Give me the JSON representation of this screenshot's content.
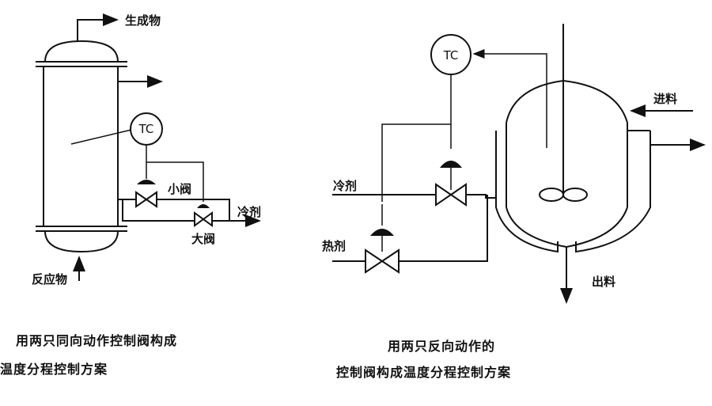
{
  "left": {
    "product_label": "生成物",
    "controller_label": "TC",
    "small_valve_label": "小阀",
    "large_valve_label": "大阀",
    "coolant_label": "冷剂",
    "reactant_label": "反应物",
    "caption_line1": "用两只同向动作控制阀构成",
    "caption_line2": "温度分程控制方案"
  },
  "right": {
    "controller_label": "TC",
    "coolant_label": "冷剂",
    "heating_label": "热剂",
    "feed_label": "进料",
    "discharge_label": "出料",
    "caption_line1": "用两只反向动作的",
    "caption_line2": "控制阀构成温度分程控制方案"
  },
  "colors": {
    "ink": "#111111",
    "background": "#ffffff"
  }
}
